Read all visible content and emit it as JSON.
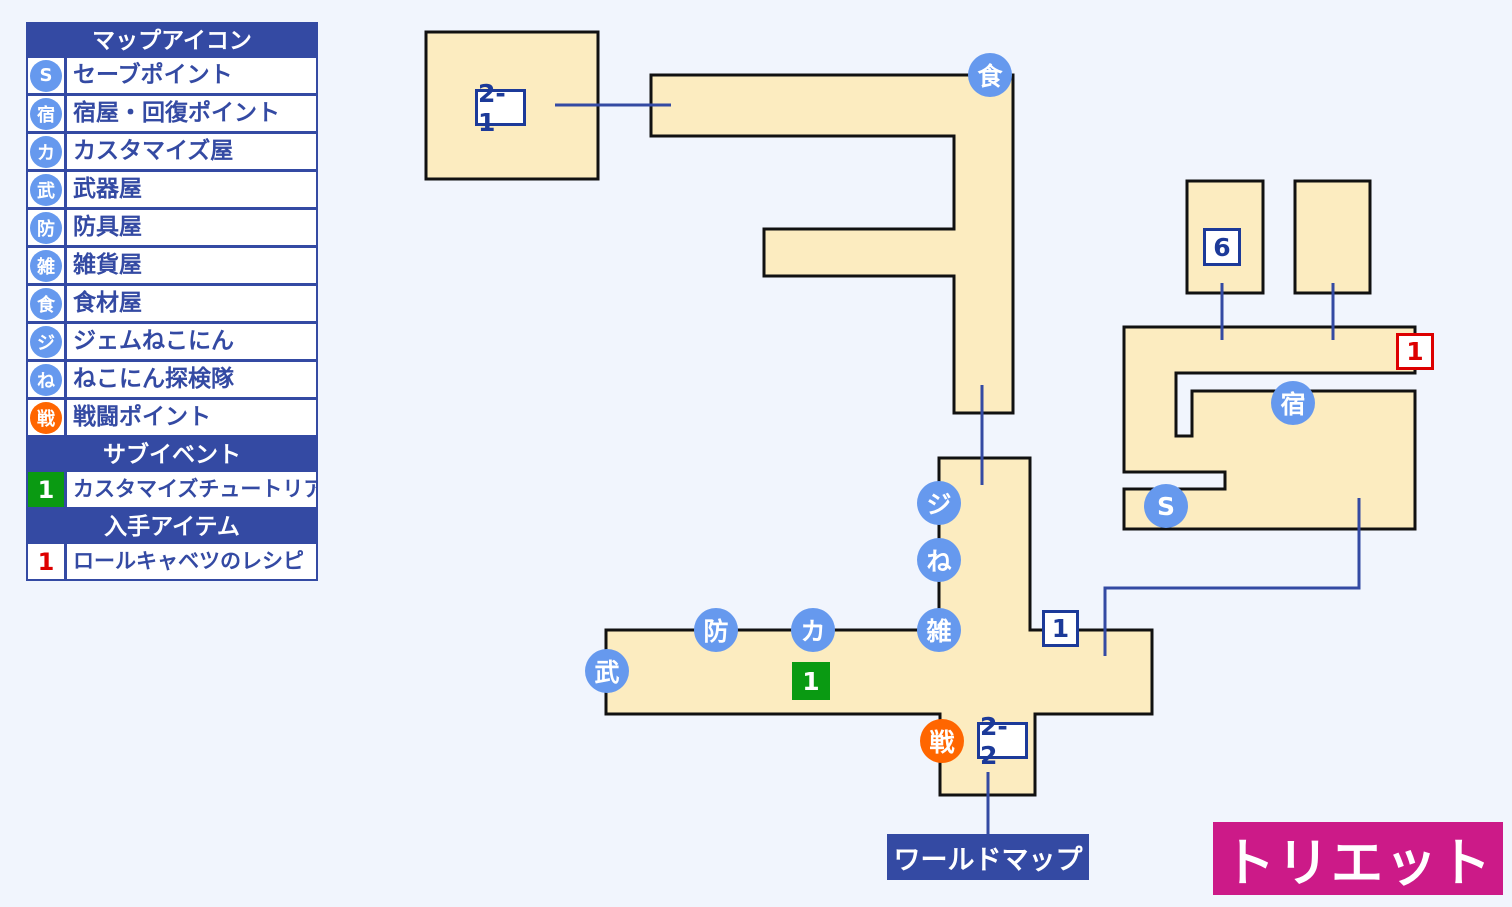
{
  "legend": {
    "header_icons": "マップアイコン",
    "items": [
      {
        "icon": "S",
        "label": "セーブポイント"
      },
      {
        "icon": "宿",
        "label": "宿屋・回復ポイント"
      },
      {
        "icon": "カ",
        "label": "カスタマイズ屋"
      },
      {
        "icon": "武",
        "label": "武器屋"
      },
      {
        "icon": "防",
        "label": "防具屋"
      },
      {
        "icon": "雑",
        "label": "雑貨屋"
      },
      {
        "icon": "食",
        "label": "食材屋"
      },
      {
        "icon": "ジ",
        "label": "ジェムねこにん"
      },
      {
        "icon": "ね",
        "label": "ねこにん探検隊"
      },
      {
        "icon": "戦",
        "label": "戦闘ポイント"
      }
    ],
    "header_subevent": "サブイベント",
    "subevent": {
      "num": "1",
      "label": "カスタマイズチュートリアル"
    },
    "header_items": "入手アイテム",
    "item": {
      "num": "1",
      "label": "ロールキャベツのレシピ"
    }
  },
  "map": {
    "pins": {
      "food": "食",
      "inn": "宿",
      "save": "S",
      "gem": "ジ",
      "neko": "ね",
      "misc": "雑",
      "custom": "カ",
      "armor": "防",
      "weapon": "武",
      "battle": "戦"
    },
    "exits": {
      "e21": "2-1",
      "e6": "6",
      "e1": "1",
      "e22": "2-2"
    },
    "subevent_marker": "1",
    "item_marker": "1",
    "world_map": "ワールドマップ"
  },
  "title": "トリエット",
  "colors": {
    "room": "#fcecc0",
    "line": "#344aa3",
    "pin": "#6699ee",
    "battle": "#ff6600",
    "title": "#cc1a88"
  }
}
